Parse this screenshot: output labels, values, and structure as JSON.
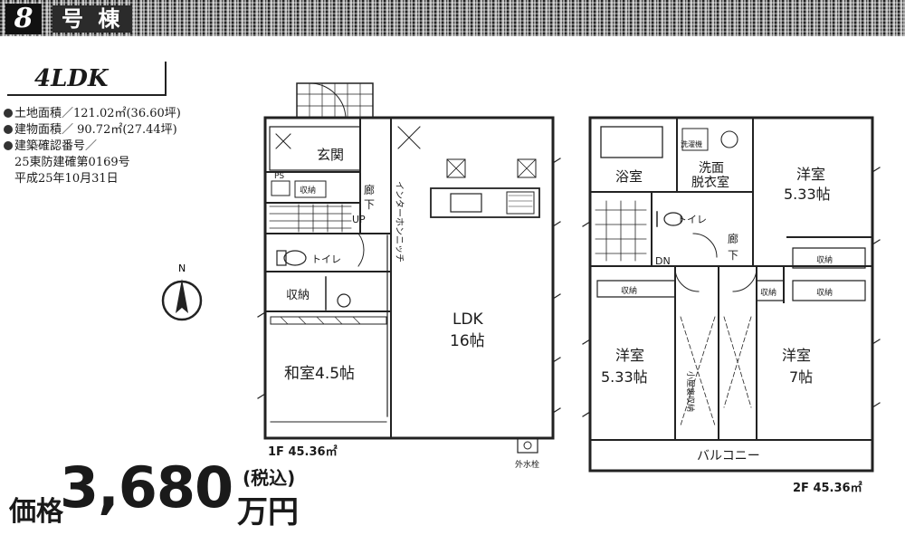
{
  "header": {
    "building_number": "8",
    "building_label": "号 棟"
  },
  "layout_type": "4LDK",
  "specs": [
    "土地面積／121.02㎡(36.60坪)",
    "建物面積／ 90.72㎡(27.44坪)",
    "建築確認番号／"
  ],
  "permit_lines": [
    "25東防建確第0169号",
    "平成25年10月31日"
  ],
  "compass_label": "N",
  "floor1": {
    "area_label": "1F 45.36㎡",
    "rooms": {
      "entrance": "玄関",
      "ps": "PS",
      "storage_small": "収納",
      "hall": "廊下",
      "hall_a": "廊",
      "hall_b": "下",
      "up": "UP",
      "toilet": "トイレ",
      "storage": "収納",
      "japanese_room": "和室4.5帖",
      "ldk": "LDK",
      "ldk_size": "16帖",
      "intercom": "インターホンニッチ",
      "outdoor_faucet": "外水栓"
    }
  },
  "floor2": {
    "area_label": "2F 45.36㎡",
    "rooms": {
      "bath": "浴室",
      "washing_machine": "洗濯機",
      "washroom_1": "洗面",
      "washroom_2": "脱衣室",
      "western_ne": "洋室",
      "western_ne_size": "5.33帖",
      "toilet": "トイレ",
      "hall_a": "廊",
      "hall_b": "下",
      "dn": "DN",
      "closet_1": "収納",
      "closet_2": "収納",
      "closet_3": "収納",
      "closet_4": "収納",
      "western_sw": "洋室",
      "western_sw_size": "5.33帖",
      "attic": "小屋裏収納",
      "western_se": "洋室",
      "western_se_size": "7帖",
      "balcony": "バルコニー"
    }
  },
  "price": {
    "label": "価格",
    "value": "3,680",
    "tax": "(税込)",
    "unit": "万円"
  }
}
